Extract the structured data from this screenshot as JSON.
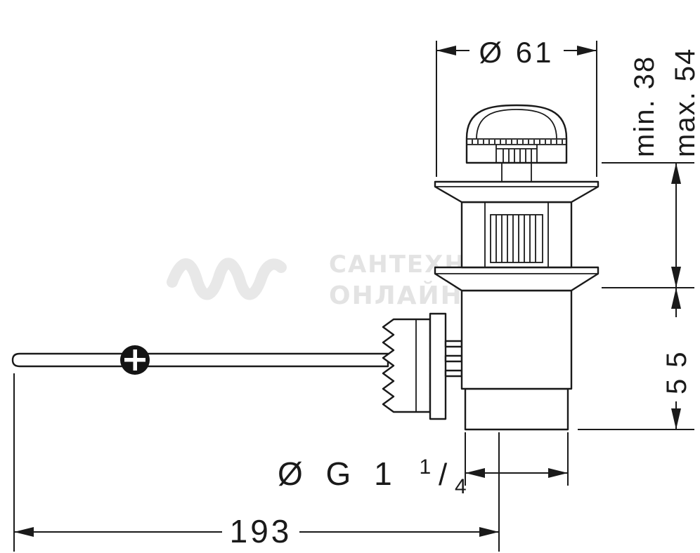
{
  "drawing": {
    "dimensions": {
      "cap_diameter": "Ø 61",
      "min_depth": "min. 38",
      "max_depth": "max. 54",
      "tailpiece_length": "55",
      "thread_prefix": "Ø G 1",
      "thread_numerator": "1",
      "thread_slash": "/",
      "thread_denominator": "4",
      "lever_reach": "193"
    },
    "watermark": {
      "line1": "САНТЕХНИКА",
      "line2": "ОНЛАЙН"
    }
  }
}
